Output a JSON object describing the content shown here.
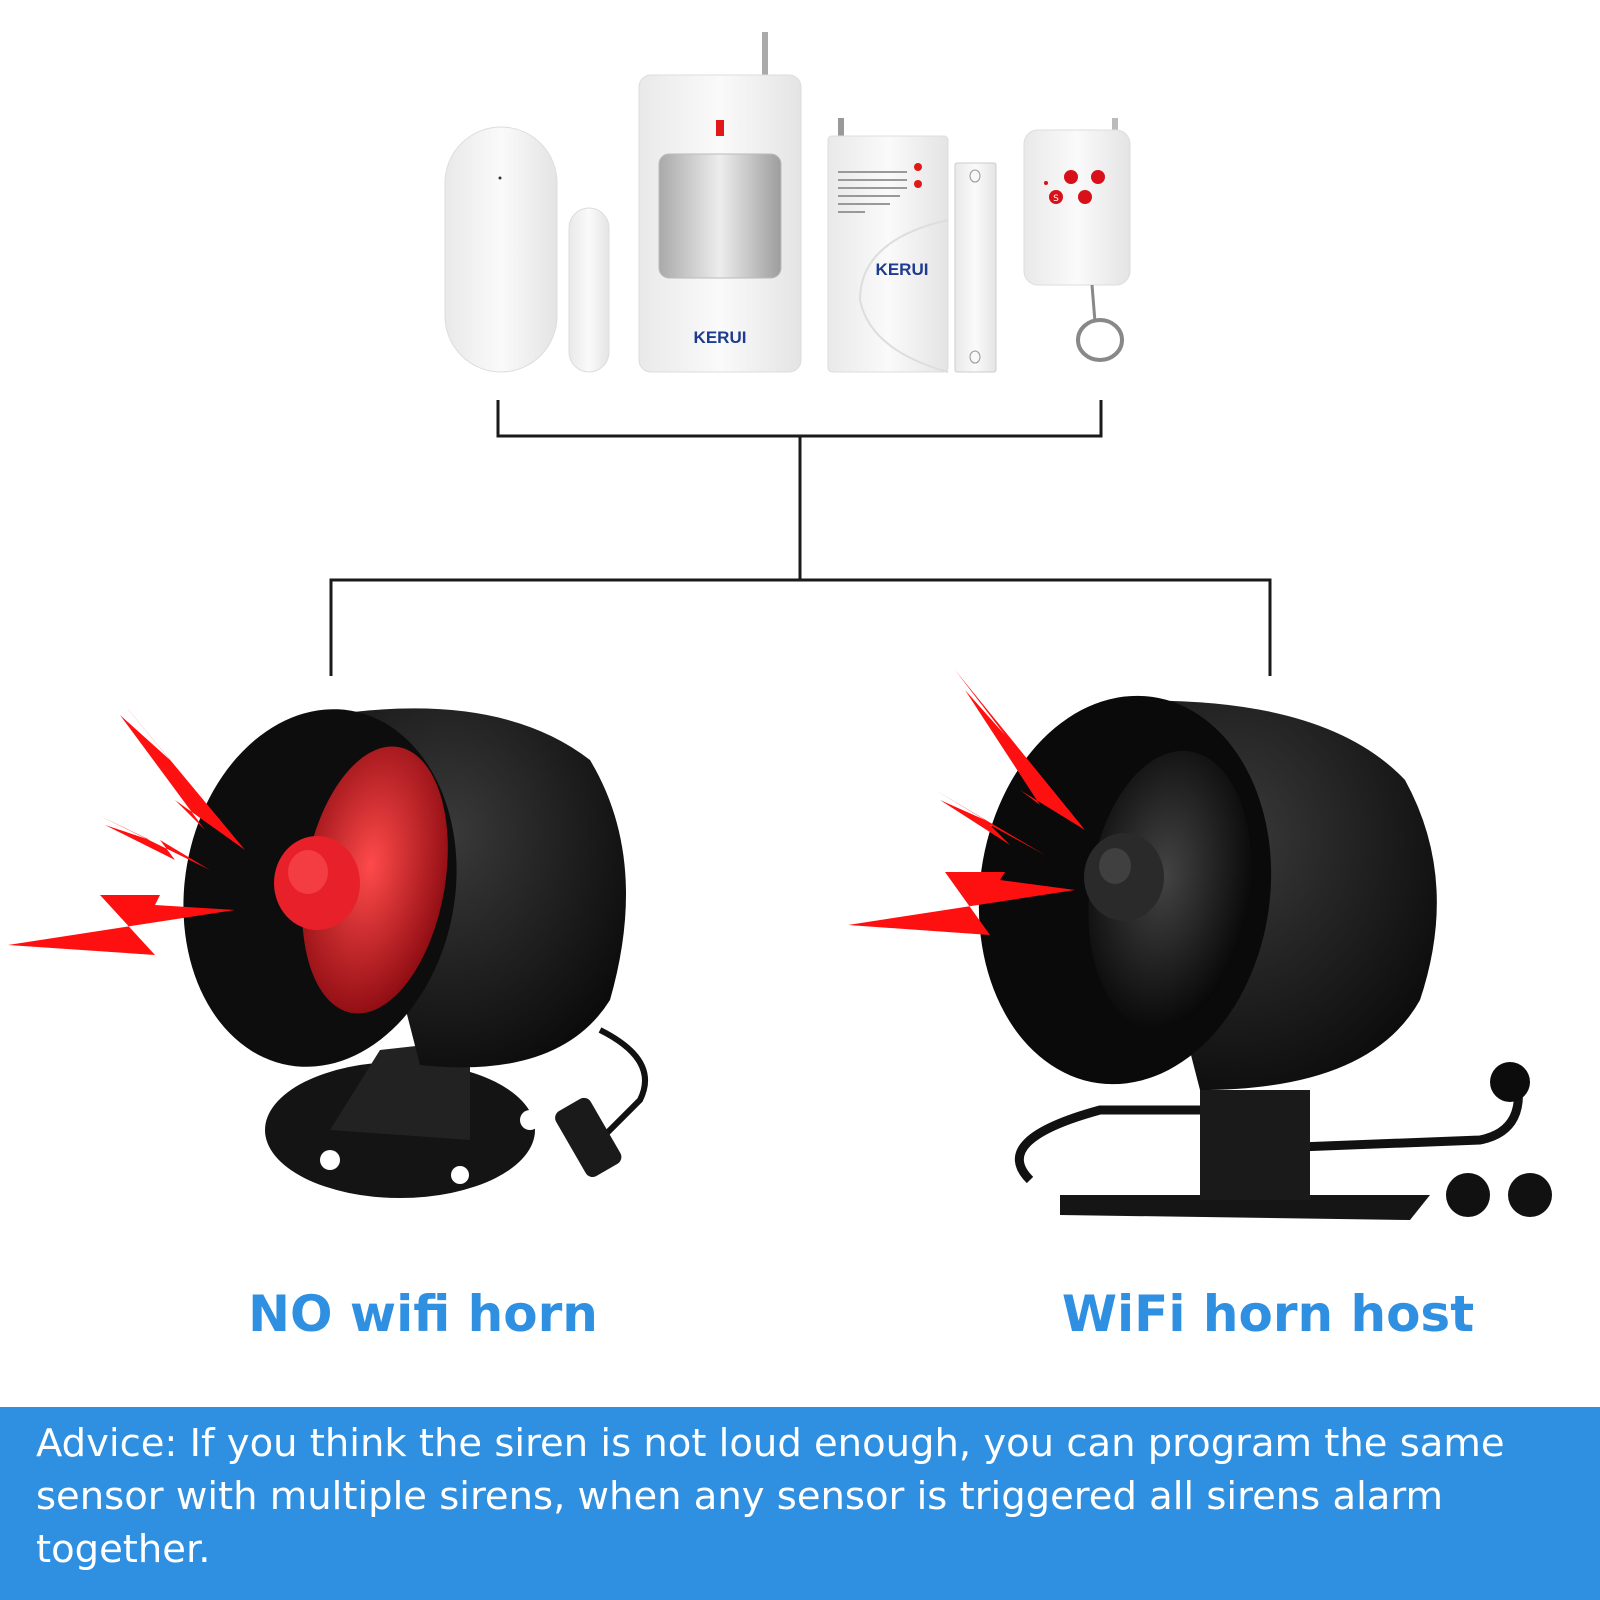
{
  "devices": [
    {
      "name": "door-sensor"
    },
    {
      "name": "pir-motion-sensor",
      "brand": "KERUI"
    },
    {
      "name": "magnetic-door-contact",
      "brand": "KERUI"
    },
    {
      "name": "remote-keyfob",
      "button_glyph": "S"
    }
  ],
  "sirens": {
    "left": {
      "label": "NO wifi horn",
      "cone_color": "#d8101a"
    },
    "right": {
      "label": "WiFi horn host",
      "cone_color": "#111111"
    }
  },
  "advice": "Advice: If you think the siren is not loud enough, you can program the same sensor with multiple sirens, when any sensor is triggered all sirens alarm together.",
  "colors": {
    "accent": "#2f8fe0",
    "banner": "#2f8fe0",
    "lightning": "#ff1010",
    "connector": "#1a1a1a"
  }
}
